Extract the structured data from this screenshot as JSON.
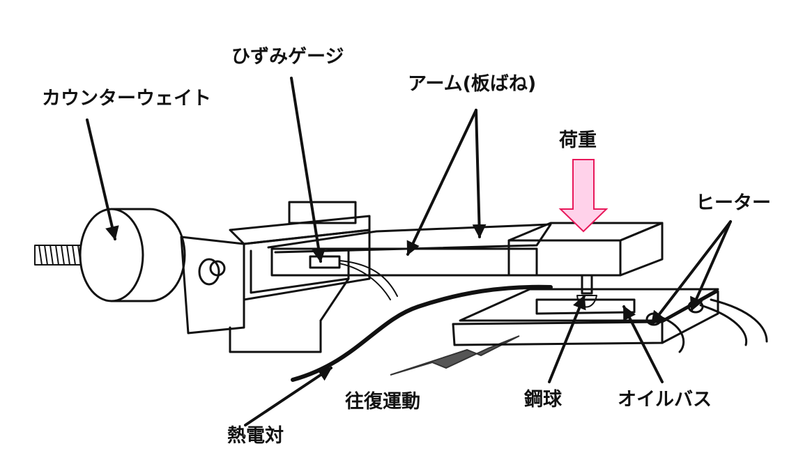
{
  "labels": {
    "counterweight": "カウンターウェイト",
    "strain_gauge": "ひずみゲージ",
    "arm": "アーム(板ばね)",
    "load": "荷重",
    "heater": "ヒーター",
    "reciprocating": "往復運動",
    "steel_ball": "鋼球",
    "oil_bath": "オイルバス",
    "thermocouple": "熱電対"
  },
  "colors": {
    "line": "#111111",
    "load_arrow_fill": "#ffd2ea",
    "load_arrow_stroke": "#e8185a"
  }
}
